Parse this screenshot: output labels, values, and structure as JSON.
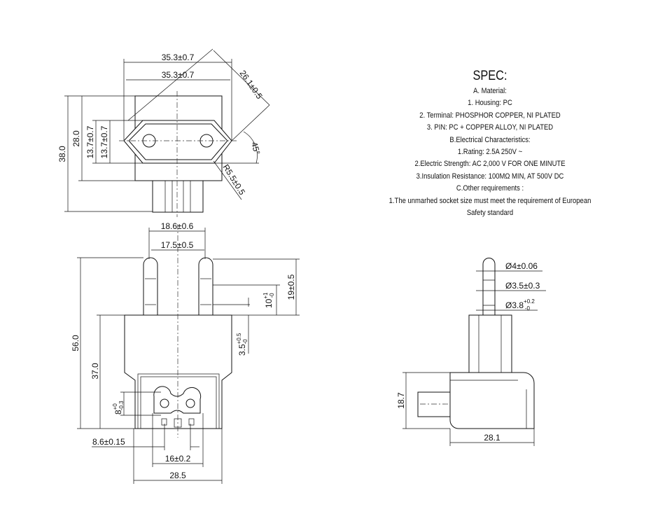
{
  "spec": {
    "title": "SPEC:",
    "lines": [
      "A. Material:",
      "1.  Housing: PC",
      "2.  Terminal: PHOSPHOR COPPER, NI PLATED",
      "3.  PIN: PC   +   COPPER ALLOY, NI PLATED",
      "B.Electrical Characteristics:",
      "1.Rating:  2.5A 250V ~",
      "2.Electric Strength: AC 2,000 V FOR ONE MINUTE",
      "3.Insulation Resistance: 100MΩ MIN, AT 500V DC",
      "C.Other requirements :",
      "1.The unmarhed socket size must meet the requirement of European",
      "Safety standard"
    ]
  },
  "top_view": {
    "width_outer": "35.3±0.7",
    "width_inner": "35.3±0.7",
    "diagonal": "26.1±0.5",
    "angle": "45°",
    "radius": "R5.5±0.5",
    "height_total": "38.0",
    "height_body": "28.0",
    "half_height_1": "13.7±0.7",
    "half_height_2": "13.7±0.7"
  },
  "front_view": {
    "pin_span_outer": "18.6±0.6",
    "pin_span_inner": "17.5±0.5",
    "pin_length": "19±0.5",
    "pin_insulation": "10",
    "pin_insulation_tol_plus": "+1",
    "pin_insulation_tol_minus": "-0",
    "step": "3.5",
    "step_tol_plus": "+0.5",
    "step_tol_minus": "-0",
    "height_total": "56.0",
    "height_body": "37.0",
    "socket_height": "8",
    "socket_tol_plus": "+0",
    "socket_tol_minus": "-0.3",
    "terminal_offset": "8.6±0.15",
    "socket_width": "16±0.2",
    "width": "28.5"
  },
  "side_view": {
    "pin_tip_dia": "Ø4±0.06",
    "pin_mid_dia": "Ø3.5±0.3",
    "pin_base_dia": "Ø3.8",
    "pin_base_tol_plus": "+0.2",
    "pin_base_tol_minus": "-0",
    "height": "18.7",
    "length": "28.1"
  }
}
